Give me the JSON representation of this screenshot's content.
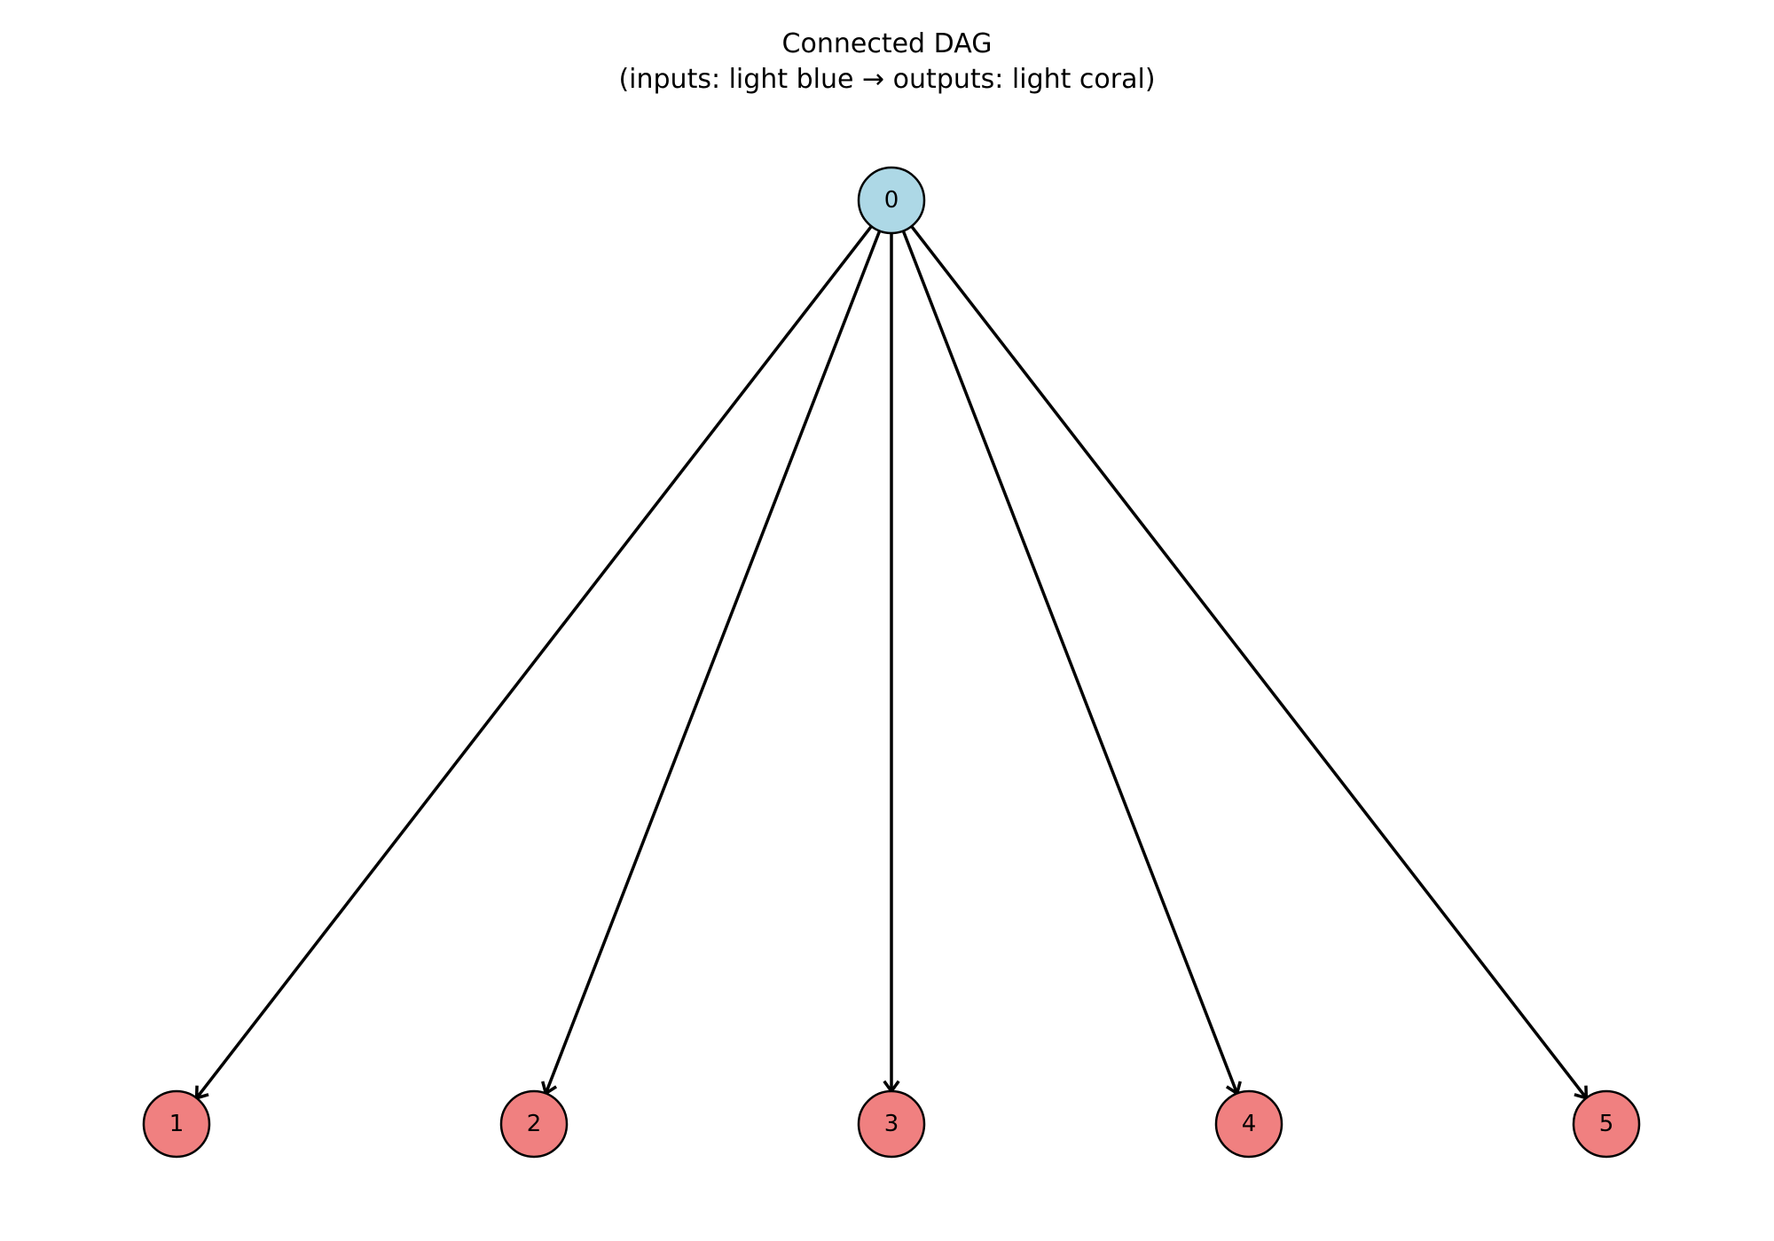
{
  "title": {
    "line1": "Connected DAG",
    "line2": "(inputs: light blue → outputs: light coral)"
  },
  "colors": {
    "input_node": "#add8e6",
    "output_node": "#f08080",
    "edge": "#000000",
    "node_stroke": "#000000"
  },
  "nodes": [
    {
      "id": "0",
      "role": "input"
    },
    {
      "id": "1",
      "role": "output"
    },
    {
      "id": "2",
      "role": "output"
    },
    {
      "id": "3",
      "role": "output"
    },
    {
      "id": "4",
      "role": "output"
    },
    {
      "id": "5",
      "role": "output"
    }
  ],
  "edges": [
    {
      "from": "0",
      "to": "1"
    },
    {
      "from": "0",
      "to": "2"
    },
    {
      "from": "0",
      "to": "3"
    },
    {
      "from": "0",
      "to": "4"
    },
    {
      "from": "0",
      "to": "5"
    }
  ]
}
